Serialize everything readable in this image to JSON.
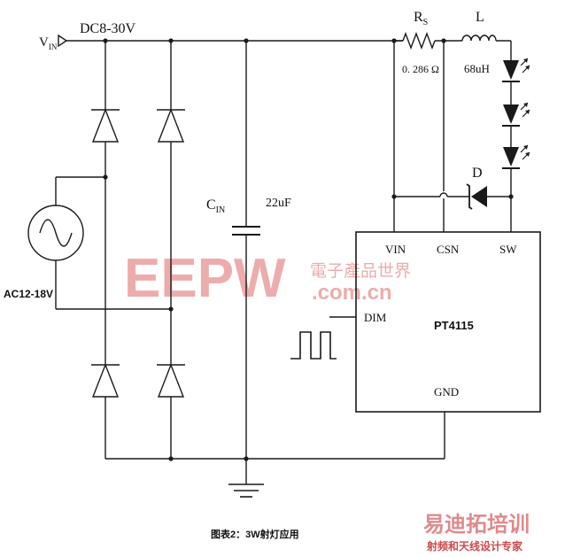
{
  "labels": {
    "vin": "V",
    "vin_sub": "IN",
    "dc_range": "DC8-30V",
    "ac_range": "AC12-18V",
    "cin": "C",
    "cin_sub": "IN",
    "cin_value": "22uF",
    "rs": "R",
    "rs_sub": "S",
    "rs_value": "0. 286 Ω",
    "inductor": "L",
    "inductor_value": "68uH",
    "diode": "D"
  },
  "ic": {
    "name": "PT4115",
    "pins": {
      "vin": "VIN",
      "csn": "CSN",
      "sw": "SW",
      "dim": "DIM",
      "gnd": "GND"
    }
  },
  "caption": "图表2：3W射灯应用",
  "watermarks": {
    "eepw_logo": "EEPW",
    "eepw_cn": "電子產品世界",
    "eepw_url": ".com.cn",
    "bottom_brand": "易迪拓培训",
    "bottom_slogan": "射频和天线设计专家"
  },
  "colors": {
    "line": "#1a1a1a",
    "watermark_red": "#e06a6a",
    "watermark_pink": "#f2b8b8",
    "brand_red": "#d9474a"
  }
}
